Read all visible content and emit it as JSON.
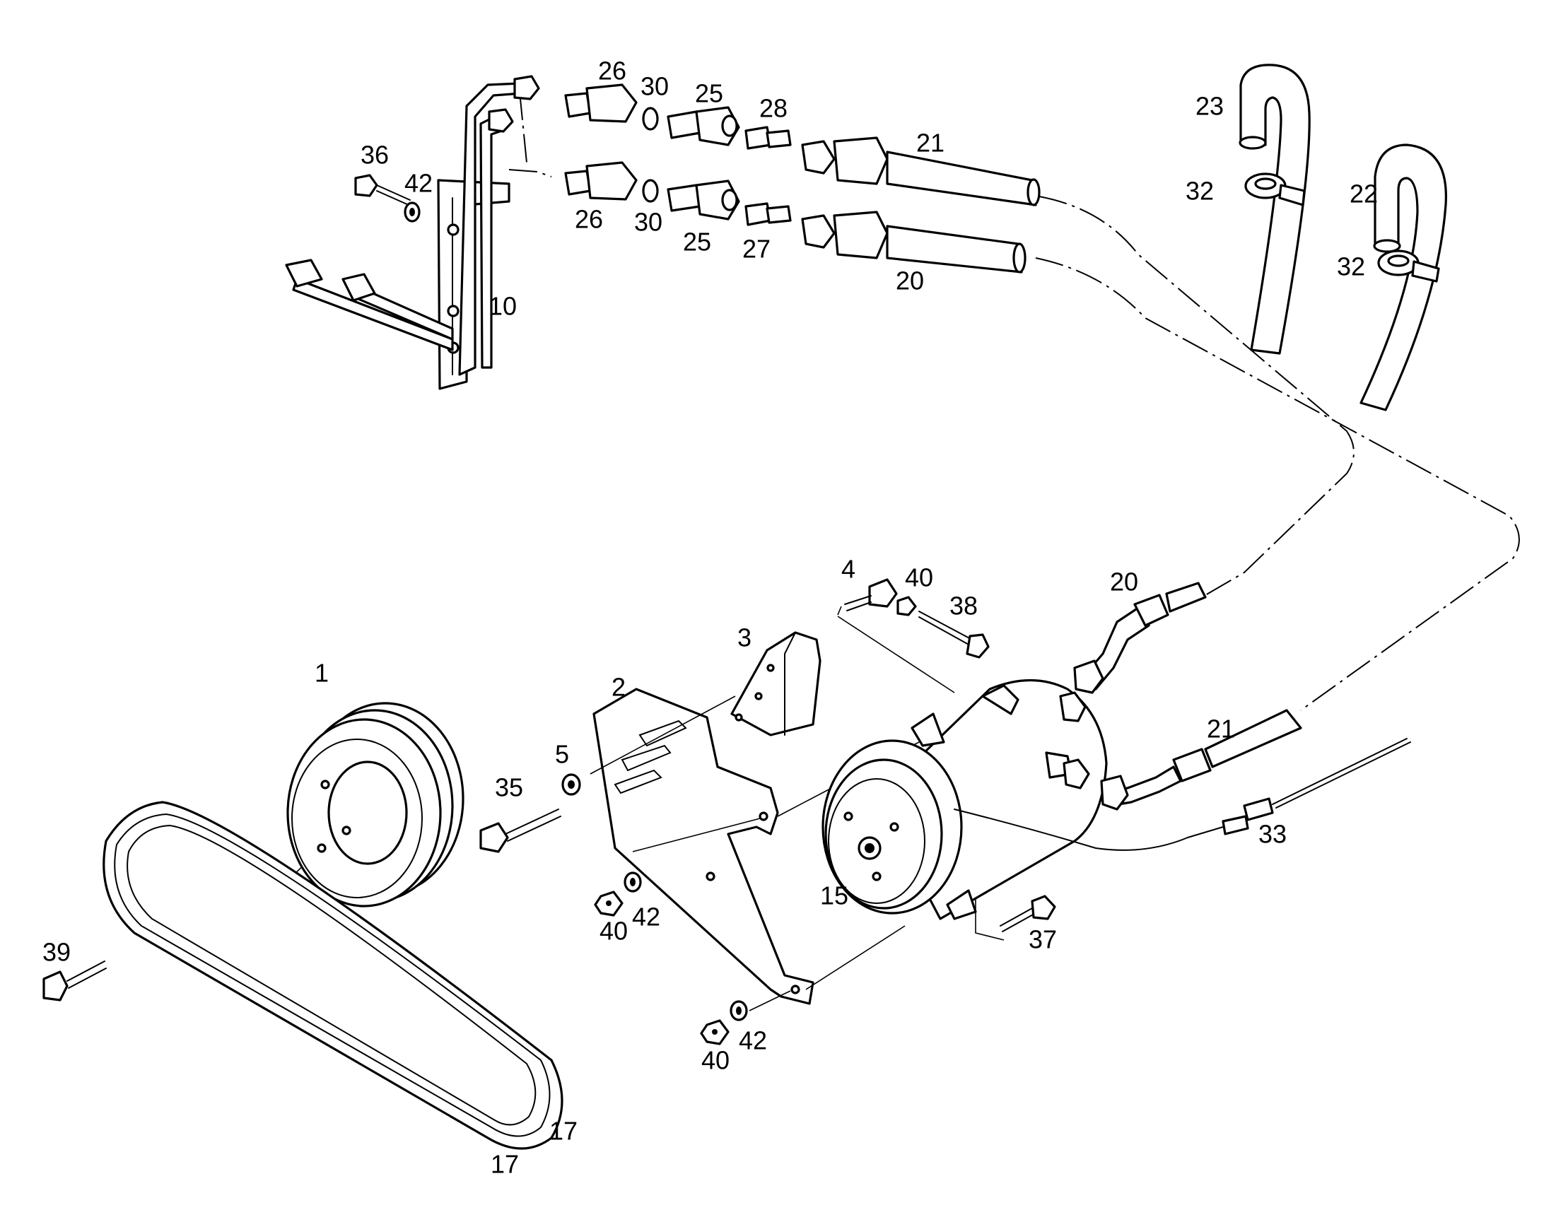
{
  "diagram": {
    "callouts": {
      "c1": "1",
      "c2": "2",
      "c3": "3",
      "c4": "4",
      "c5": "5",
      "c10": "10",
      "c15": "15",
      "c17a": "17",
      "c17b": "17",
      "c20a": "20",
      "c20b": "20",
      "c21a": "21",
      "c21b": "21",
      "c22": "22",
      "c23": "23",
      "c25a": "25",
      "c25b": "25",
      "c26a": "26",
      "c26b": "26",
      "c27": "27",
      "c28": "28",
      "c30a": "30",
      "c30b": "30",
      "c32a": "32",
      "c32b": "32",
      "c33": "33",
      "c35": "35",
      "c36": "36",
      "c37": "37",
      "c38": "38",
      "c39": "39",
      "c40a": "40",
      "c40b": "40",
      "c40c": "40",
      "c42a": "42",
      "c42b": "42",
      "c42c": "42"
    }
  }
}
